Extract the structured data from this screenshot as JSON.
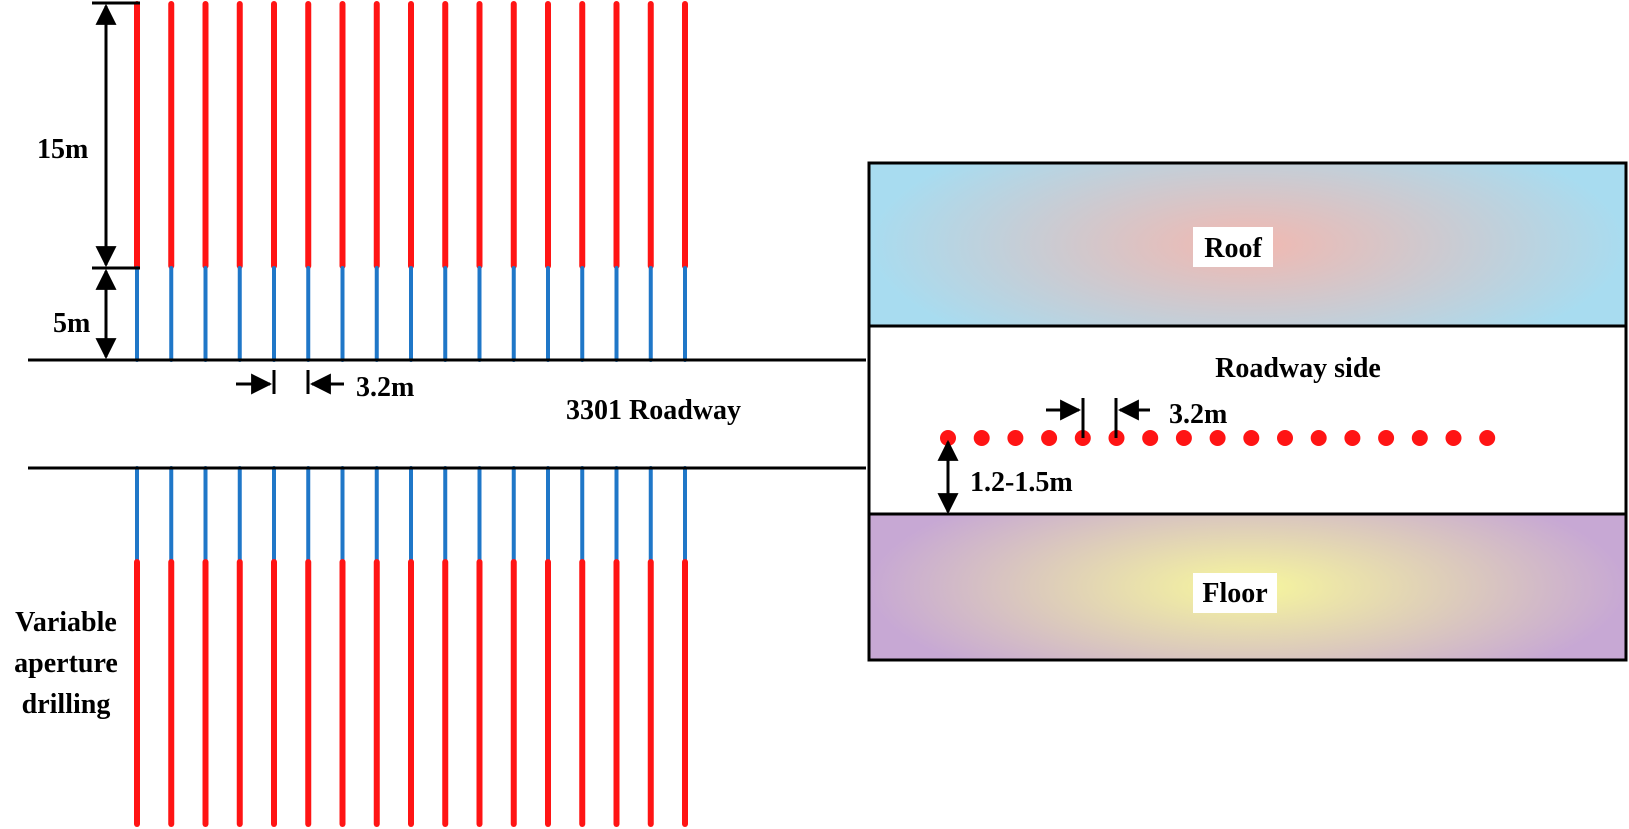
{
  "labels": {
    "top_drill_length": "15m",
    "top_pipe_length": "5m",
    "left_spacing": "3.2m",
    "roadway": "3301 Roadway",
    "drilling_caption_line1": "Variable",
    "drilling_caption_line2": "aperture",
    "drilling_caption_line3": "drilling",
    "roof": "Roof",
    "roadway_side": "Roadway side",
    "right_spacing": "3.2m",
    "hole_height": "1.2-1.5m",
    "floor": "Floor"
  },
  "drilling": {
    "boreholes_per_side": 17,
    "side_holes": 17
  },
  "colors": {
    "drill_red": "#ff1414",
    "pipe_blue": "#1f77c8",
    "roof_edge": "#a8dcf0",
    "roof_center": "#f2b8b0",
    "floor_edge": "#c7a8d4",
    "floor_center": "#f7f79c",
    "line": "#000000"
  }
}
